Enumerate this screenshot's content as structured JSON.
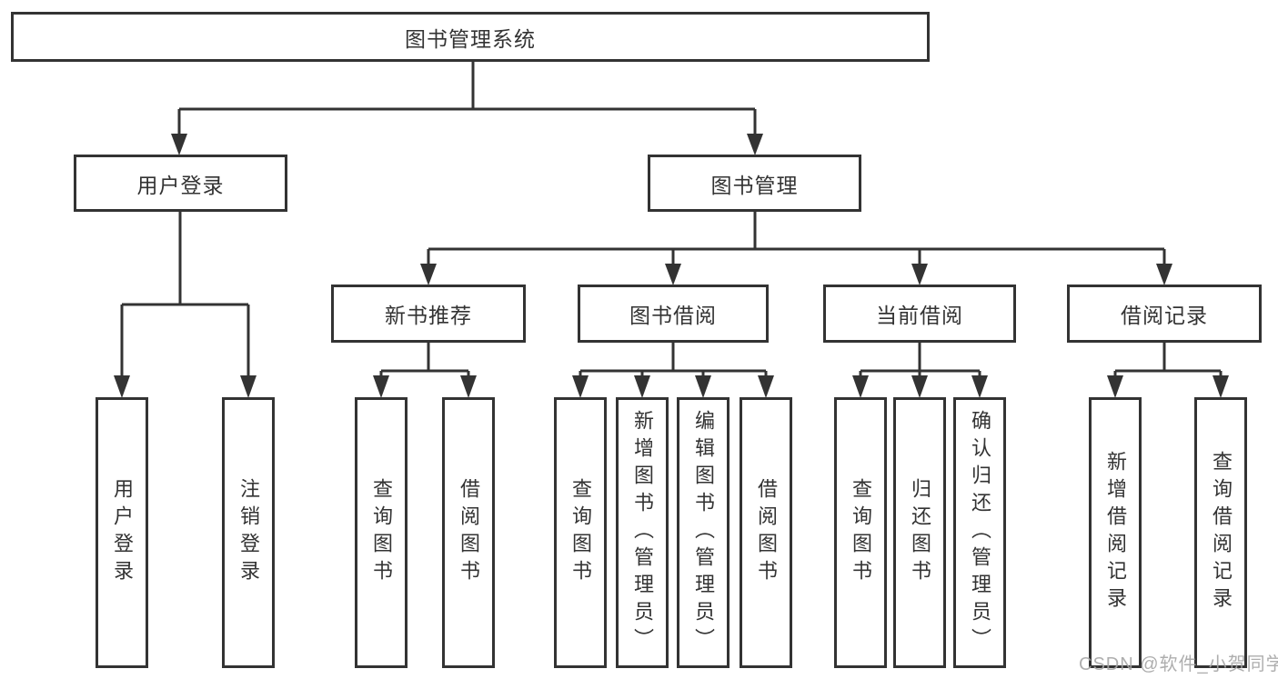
{
  "diagram": {
    "root": {
      "label": "图书管理系统"
    },
    "level2": [
      {
        "label": "用户登录"
      },
      {
        "label": "图书管理"
      }
    ],
    "level3": [
      {
        "label": "新书推荐",
        "parent": "图书管理"
      },
      {
        "label": "图书借阅",
        "parent": "图书管理"
      },
      {
        "label": "当前借阅",
        "parent": "图书管理"
      },
      {
        "label": "借阅记录",
        "parent": "图书管理"
      }
    ],
    "leaves": [
      {
        "label": "用户登录",
        "parent": "用户登录"
      },
      {
        "label": "注销登录",
        "parent": "用户登录"
      },
      {
        "label": "查询图书",
        "parent": "新书推荐"
      },
      {
        "label": "借阅图书",
        "parent": "新书推荐"
      },
      {
        "label": "查询图书",
        "parent": "图书借阅"
      },
      {
        "label": "新增图书（管理员）",
        "parent": "图书借阅"
      },
      {
        "label": "编辑图书（管理员）",
        "parent": "图书借阅"
      },
      {
        "label": "借阅图书",
        "parent": "图书借阅"
      },
      {
        "label": "查询图书",
        "parent": "当前借阅"
      },
      {
        "label": "归还图书",
        "parent": "当前借阅"
      },
      {
        "label": "确认归还（管理员）",
        "parent": "当前借阅"
      },
      {
        "label": "新增借阅记录",
        "parent": "借阅记录"
      },
      {
        "label": "查询借阅记录",
        "parent": "借阅记录"
      }
    ]
  },
  "watermark": {
    "text": "CSDN @软件_小贺同学"
  },
  "colors": {
    "line": "#333333",
    "text": "#333333",
    "box_background": "#ffffff",
    "watermark": "#a5a5a5"
  }
}
